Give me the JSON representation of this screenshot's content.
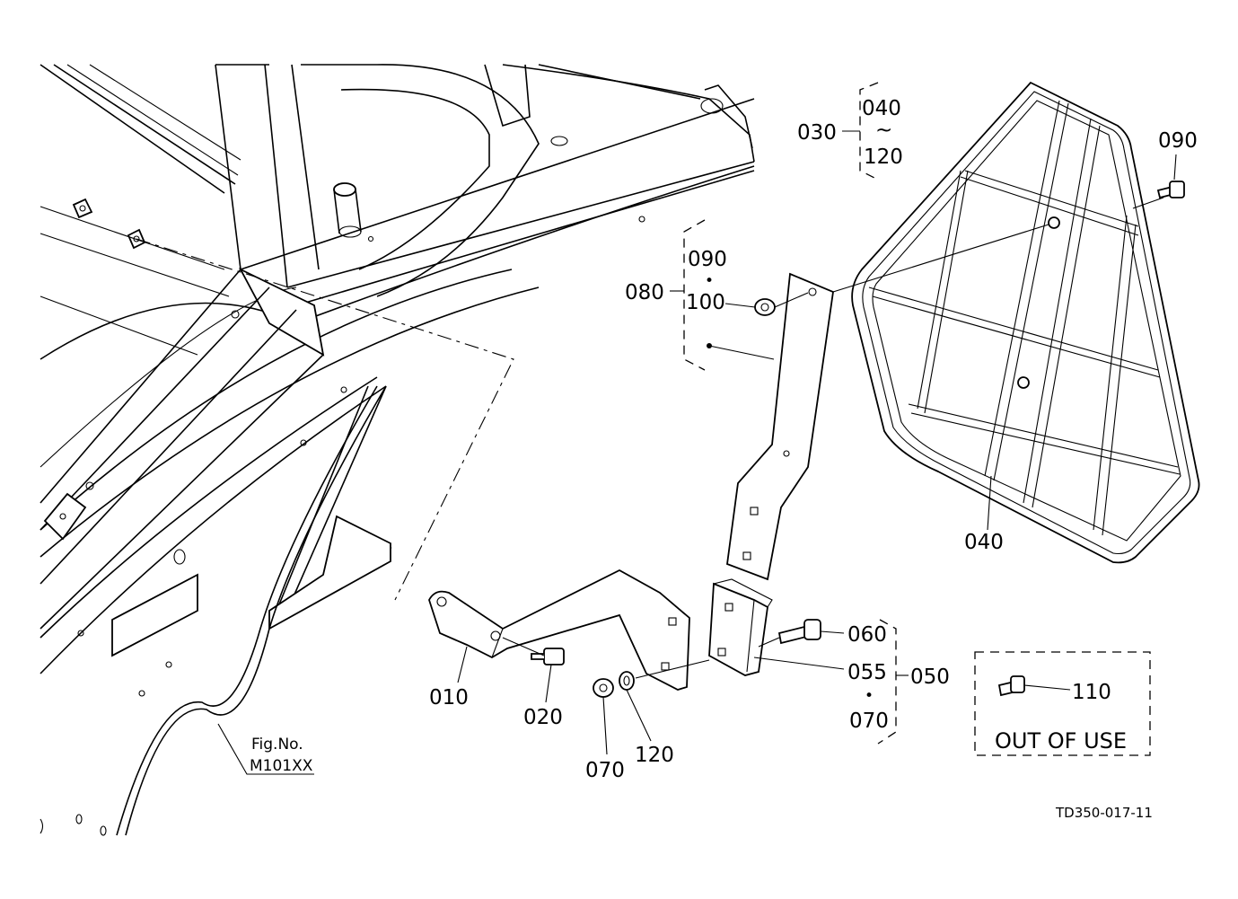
{
  "callouts": {
    "c030": "030",
    "c040_top": "040",
    "c_tilde": "~",
    "c120_top": "120",
    "c090_right": "090",
    "c080": "080",
    "c090_group": "090",
    "c_dot": "•",
    "c100": "100",
    "c040_bottom": "040",
    "c010": "010",
    "c020": "020",
    "c070_a": "070",
    "c120_b": "120",
    "c060": "060",
    "c055": "055",
    "c050": "050",
    "c070_b": "070",
    "c110": "110"
  },
  "box": {
    "out_of_use": "OUT OF USE"
  },
  "fig_ref": {
    "line1": "Fig.No.",
    "line2": "M101XX"
  },
  "drawing_code": "TD350-017-11"
}
